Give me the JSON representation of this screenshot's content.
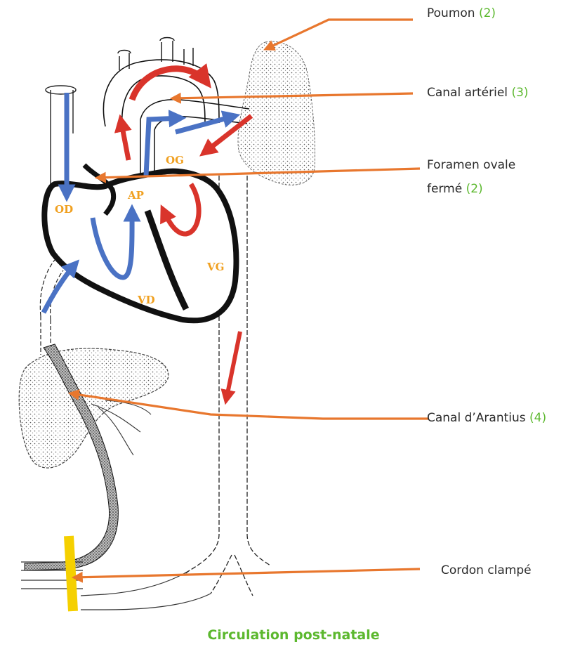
{
  "callouts": {
    "poumon": {
      "text": "Poumon",
      "num": "(2)"
    },
    "canal_arteriel": {
      "text": "Canal artériel",
      "num": "(3)"
    },
    "foramen_line1": "Foramen ovale",
    "foramen_line2": {
      "text": "fermé",
      "num": "(2)"
    },
    "arantius": {
      "text": "Canal d’Arantius",
      "num": "(4)"
    },
    "cordon": {
      "text": "Cordon clampé"
    }
  },
  "heart_labels": {
    "od": "OD",
    "og": "OG",
    "ap": "AP",
    "vd": "VD",
    "vg": "VG"
  },
  "caption": "Circulation post-natale",
  "colors": {
    "pointer_arrow": "#e8772e",
    "venous_blue": "#4a72c4",
    "arterial_red": "#d9342b",
    "label_orange": "#f0a020",
    "number_green": "#5cb82e",
    "clamp_yellow": "#f5d000",
    "outline": "#111111"
  }
}
